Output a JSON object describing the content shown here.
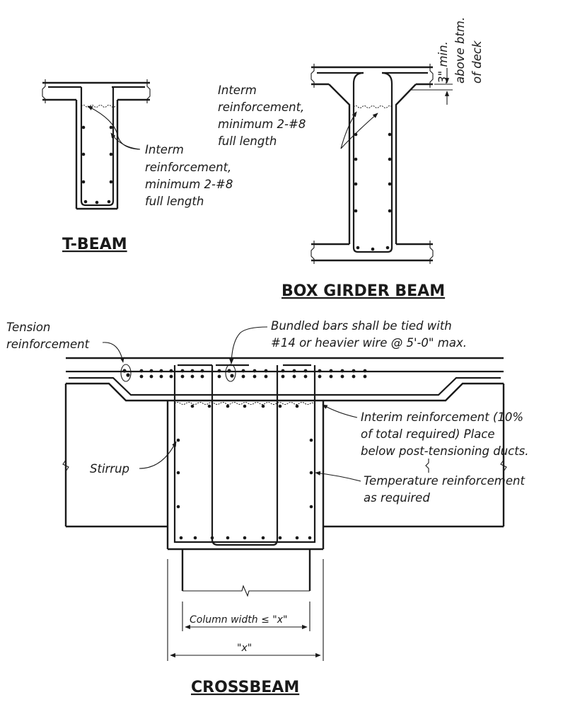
{
  "tbeam": {
    "title": "T-BEAM",
    "note": [
      "Interm",
      "reinforcement,",
      "minimum 2-#8",
      "full length"
    ]
  },
  "boxgirder": {
    "title": "BOX GIRDER BEAM",
    "note": [
      "Interm",
      "reinforcement,",
      "minimum 2-#8",
      "full length"
    ],
    "clearance": [
      "3\" min.",
      "above btm.",
      "of deck"
    ]
  },
  "crossbeam": {
    "title": "CROSSBEAM",
    "tension_note": [
      "Tension",
      "reinforcement"
    ],
    "bundled_note": [
      "Bundled bars shall be tied with",
      "#14 or heavier wire @ 5'-0\" max."
    ],
    "interim_note": [
      "Interim reinforcement (10%",
      "of total required) Place",
      "below post-tensioning ducts."
    ],
    "stirrup_label": "Stirrup",
    "temperature_note": [
      "Temperature reinforcement",
      "as required"
    ],
    "column_dim": "Column width ≤ \"x\"",
    "x_dim": "\"x\""
  }
}
